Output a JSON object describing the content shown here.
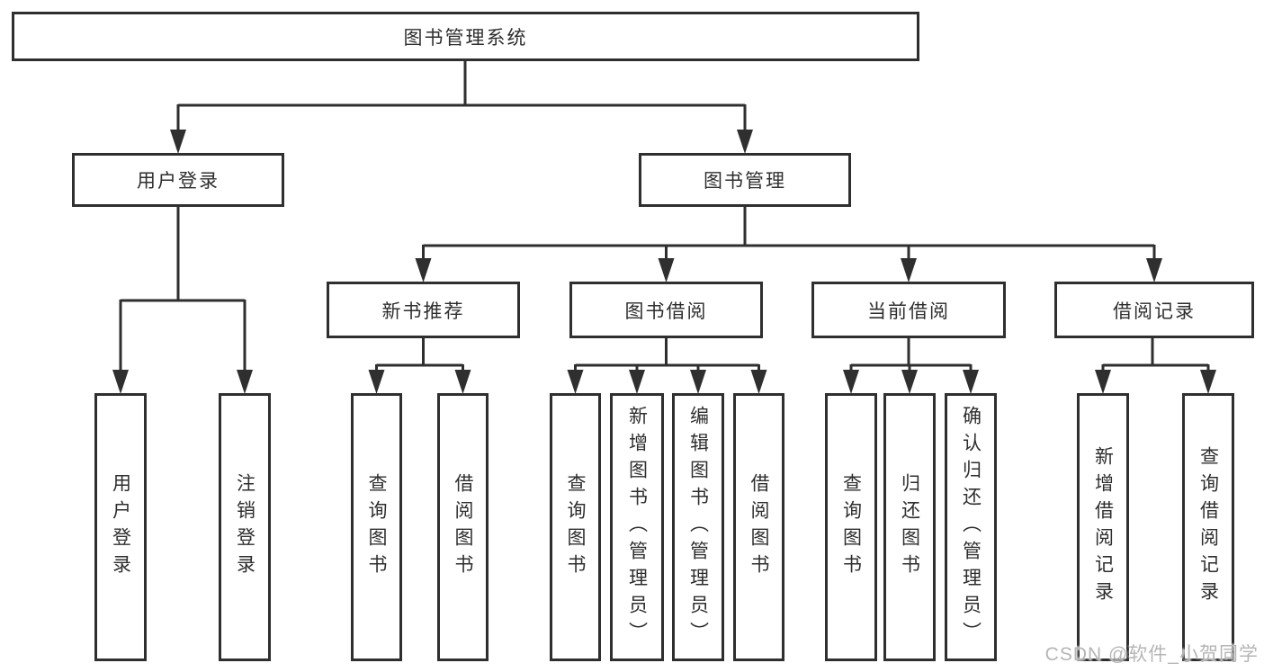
{
  "tree": {
    "root": {
      "label": "图书管理系统",
      "children": [
        {
          "label": "用户登录",
          "children": [
            {
              "label": "用户登录"
            },
            {
              "label": "注销登录"
            }
          ]
        },
        {
          "label": "图书管理",
          "children": [
            {
              "label": "新书推荐",
              "children": [
                {
                  "label": "查询图书"
                },
                {
                  "label": "借阅图书"
                }
              ]
            },
            {
              "label": "图书借阅",
              "children": [
                {
                  "label": "查询图书"
                },
                {
                  "label": "新增图书（管理员）"
                },
                {
                  "label": "编辑图书（管理员）"
                },
                {
                  "label": "借阅图书"
                }
              ]
            },
            {
              "label": "当前借阅",
              "children": [
                {
                  "label": "查询图书"
                },
                {
                  "label": "归还图书"
                },
                {
                  "label": "确认归还（管理员）"
                }
              ]
            },
            {
              "label": "借阅记录",
              "children": [
                {
                  "label": "新增借阅记录"
                },
                {
                  "label": "查询借阅记录"
                }
              ]
            }
          ]
        }
      ]
    }
  },
  "watermark": "CSDN @软件_小贺同学",
  "colors": {
    "line": "#2f2f2f",
    "text": "#2e2e2e",
    "watermark": "#b5b5b5",
    "background": "#ffffff"
  }
}
